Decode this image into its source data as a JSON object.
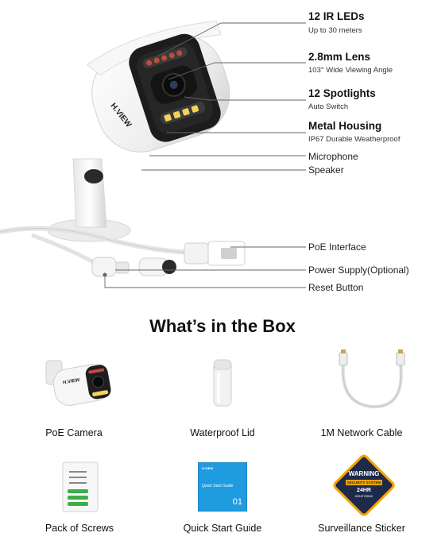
{
  "callouts": {
    "ir_leds": {
      "title": "12 IR LEDs",
      "subtitle": "Up to 30 meters"
    },
    "lens": {
      "title": "2.8mm Lens",
      "subtitle": "103° Wide Viewing Angle"
    },
    "spotlights": {
      "title": "12 Spotlights",
      "subtitle": "Auto Switch"
    },
    "housing": {
      "title": "Metal Housing",
      "subtitle": "IP67 Durable Weatherproof"
    },
    "microphone": "Microphone",
    "speaker": "Speaker",
    "poe": "PoE Interface",
    "power": "Power Supply(Optional)",
    "reset": "Reset Button"
  },
  "brand": "H.VIEW",
  "box": {
    "title": "What’s in the Box",
    "items": [
      {
        "label": "PoE Camera"
      },
      {
        "label": "Waterproof Lid"
      },
      {
        "label": "1M Network Cable"
      },
      {
        "label": "Pack of Screws"
      },
      {
        "label": "Quick Start Guide"
      },
      {
        "label": "Surveillance Sticker"
      }
    ]
  },
  "guide": {
    "title": "Quick Start Guide",
    "number": "01"
  },
  "sticker": {
    "warning": "WARNING",
    "system": "SECURITY SYSTEM",
    "hours": "24HR",
    "monitoring": "MONITORING"
  },
  "colors": {
    "guide_blue": "#1f9be0",
    "sticker_yellow": "#f5a400",
    "sticker_navy": "#1d2a4a"
  }
}
